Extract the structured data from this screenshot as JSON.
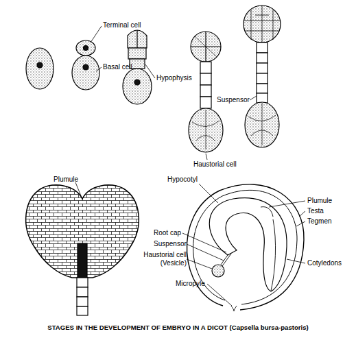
{
  "diagram": {
    "caption": "STAGES IN THE DEVELOPMENT OF EMBRYO IN A DICOT (Capsella bursa-pastoris)",
    "labels": [
      "Terminal cell",
      "Basal cell",
      "Hypophysis",
      "Suspensor",
      "Haustorial cell",
      "Plumule",
      "Hypocotyl",
      "Plumule",
      "Testa",
      "Tegmen",
      "Root cap",
      "Suspensor",
      "Haustorial cell (Vesicle)",
      "Cotyledons",
      "Micropyle"
    ]
  }
}
